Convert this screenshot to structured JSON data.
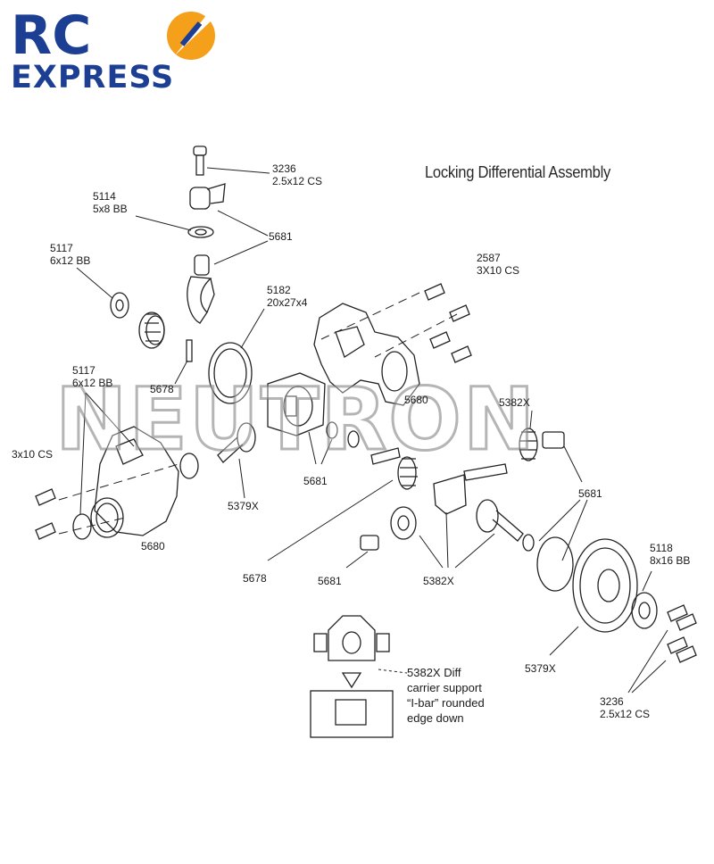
{
  "brand": {
    "logo_top": "RC",
    "logo_bottom": "EXPRESS",
    "color_blue": "#1c3f94",
    "color_orange": "#f5a01a"
  },
  "watermark": {
    "text": "NEUTRON"
  },
  "title": "Locking Differential Assembly",
  "labels": {
    "p3236_top_num": "3236",
    "p3236_top_spec": "2.5x12 CS",
    "p5114_num": "5114",
    "p5114_spec": "5x8 BB",
    "p5681_top": "5681",
    "p5117_top_num": "5117",
    "p5117_top_spec": "6x12 BB",
    "p2587_num": "2587",
    "p2587_spec": "3X10 CS",
    "p5182_num": "5182",
    "p5182_spec": "20x27x4",
    "p5678_top": "5678",
    "p5117_mid_num": "5117",
    "p5117_mid_spec": "6x12 BB",
    "p5680_right": "5680",
    "p5382x_top": "5382X",
    "p3x10": "3x10 CS",
    "p5681_mid": "5681",
    "p5681_right": "5681",
    "p5379x_left": "5379X",
    "p5680_bottom": "5680",
    "p5678_bottom": "5678",
    "p5681_bottom": "5681",
    "p5382x_bottom": "5382X",
    "p5118_num": "5118",
    "p5118_spec": "8x16 BB",
    "p5379x_right": "5379X",
    "p3236_bottom_num": "3236",
    "p3236_bottom_spec": "2.5x12 CS"
  },
  "note": {
    "line1": "5382X Diff",
    "line2": "carrier support",
    "line3": "“I-bar” rounded",
    "line4": "edge down"
  }
}
